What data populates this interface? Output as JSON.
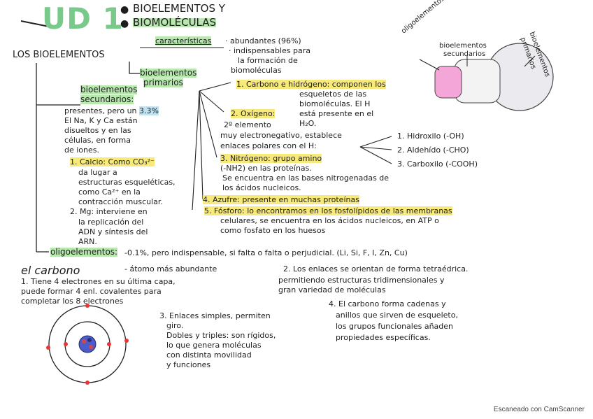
{
  "header": {
    "unit": "UD 1",
    "topic1": "BIOELEMENTOS Y",
    "topic2": "BIOMOLÉCULAS"
  },
  "section_title": "LOS BIOELEMENTOS",
  "caracteristicas": {
    "label": "características",
    "line1": "· abundantes (96%)",
    "line2": "· indispensables para",
    "line3": "la formación de",
    "line4": "biomoléculas"
  },
  "primarios": {
    "label1": "bioelementos",
    "label2": "primarios",
    "item1": "1. Carbono e hidrógeno: componen los",
    "item1b": "esqueletos de las",
    "item1c": "biomoléculas. El H",
    "item1d": "está presente en el",
    "item1e": "H₂O.",
    "item2": "2. Oxígeno:",
    "item2b": "2º elemento",
    "item2c": "muy electronegativo, establece",
    "item2d": "enlaces polares con el H:",
    "item3": "3. Nitrógeno: grupo amino",
    "item3b": "(-NH2) en las proteínas.",
    "item3c": "Se encuentra en las bases nitrogenadas de",
    "item3d": "los ácidos nucleicos.",
    "item4": "4. Azufre: presente en muchas proteínas",
    "item5": "5. Fósforo: lo encontramos en los fosfolípidos de las membranas",
    "item5b": "celulares, se encuentra en los ácidos nucleicos, en ATP o",
    "item5c": "como fosfato en los huesos"
  },
  "grupos": {
    "g1": "1. Hidroxilo (-OH)",
    "g2": "2. Aldehído (-CHO)",
    "g3": "3. Carboxilo (-COOH)"
  },
  "secundarios": {
    "label1": "bioelementos",
    "label2": "secundarios:",
    "l1": "presentes, pero un",
    "pct": "3.3%",
    "l2": "El Na, K y Ca están",
    "l3": "disueltos y en las",
    "l4": "células, en forma",
    "l5": "de iones.",
    "calcio1": "1. Calcio: Como CO₃²⁻",
    "calcio2": "da lugar a",
    "calcio3": "estructuras esqueléticas,",
    "calcio4": "como Ca²⁺ en la",
    "calcio5": "contracción muscular.",
    "mg1": "2. Mg: interviene en",
    "mg2": "la replicación del",
    "mg3": "ADN y síntesis del",
    "mg4": "ARN."
  },
  "oligo": {
    "label": "oligoelementos:",
    "text": "-0.1%, pero indispensable, si falta o falta o perjudicial. (Li, Si, F, I, Zn, Cu)"
  },
  "carbono": {
    "title": "el carbono",
    "t1": "- átomo más abundante",
    "p1a": "1. Tiene 4 electrones en su última capa,",
    "p1b": "puede formar 4 enl. covalentes para",
    "p1c": "completar los 8 electrones",
    "p2a": "2. Los enlaces se orientan de forma tetraédrica.",
    "p2b": "permitiendo estructuras tridimensionales y",
    "p2c": "gran variedad de moléculas",
    "p3a": "3. Enlaces simples, permiten",
    "p3b": "giro.",
    "p3c": "Dobles y triples: son rígidos,",
    "p3d": "lo que genera moléculas",
    "p3e": "con distinta movilidad",
    "p3f": "y funciones",
    "p4a": "4. El carbono forma cadenas y",
    "p4b": "anillos que sirven de esqueleto,",
    "p4c": "los grupos funcionales añaden",
    "p4d": "propiedades específicas."
  },
  "diagram": {
    "label1": "oligoelementos",
    "label2": "bioelementos",
    "label3": "secundarios",
    "label4": "bioelementos",
    "label5": "primarios"
  },
  "footer": "Escaneado con CamScanner",
  "colors": {
    "highlight_yellow": "#f7e97a",
    "highlight_green": "#b8e7b0",
    "highlight_blue": "#bfe3f2",
    "title_green": "#79c98a",
    "pink": "#f5a6d8"
  }
}
